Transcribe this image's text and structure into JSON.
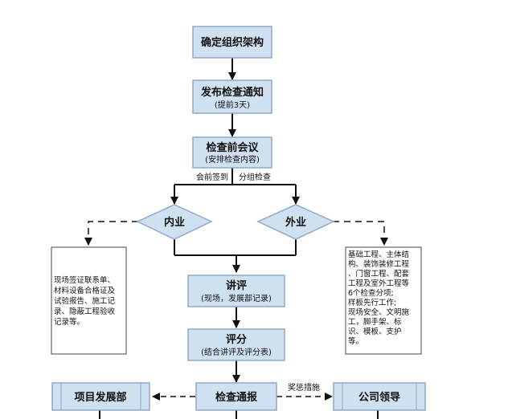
{
  "colors": {
    "box_fill": "#cfe0f1",
    "box_stroke": "#8fa9c6",
    "line": "#111111",
    "note_stroke": "#444444"
  },
  "steps": {
    "s1_title": "确定组织架构",
    "s2_title": "发布检查通知",
    "s2_sub": "(提前3天)",
    "s3_title": "检查前会议",
    "s3_sub": "(安排检查内容)",
    "s4_title": "讲评",
    "s4_sub": "(现场，发展部记录)",
    "s5_title": "评分",
    "s5_sub": "(结合讲评及评分表)",
    "s6_title": "检查通报"
  },
  "branch_labels": {
    "left": "会前签到",
    "right": "分组检查"
  },
  "diamonds": {
    "inner": "内业",
    "outer": "外业"
  },
  "notes": {
    "left": [
      "现场签证联系单、",
      "材料设备合格证及",
      "试验报告、施工记",
      "录、隐蔽工程验收",
      "记录等。"
    ],
    "right": [
      "基础工程、主体结",
      "构、装饰装修工程",
      "、门窗工程、配套",
      "工程及室外工程等",
      "6个检查分项;",
      "样板先行工作;",
      "现场安全、文明施",
      "工，脚手架、标",
      "识、模板、支护",
      "等。"
    ]
  },
  "bottom": {
    "left_box": "项目发展部",
    "right_box": "公司领导",
    "reward_label": "奖惩措施"
  }
}
